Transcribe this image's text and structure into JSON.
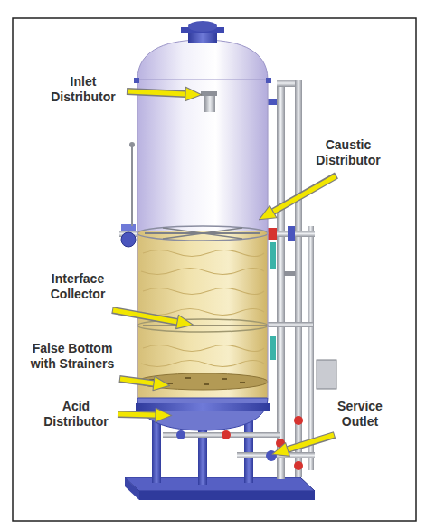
{
  "diagram": {
    "labels": [
      "Inlet Distributor",
      "Caustic Distributor",
      "Interface Collector",
      "False Bottom with Strainers",
      "Acid Distributor",
      "Service Outlet"
    ]
  }
}
